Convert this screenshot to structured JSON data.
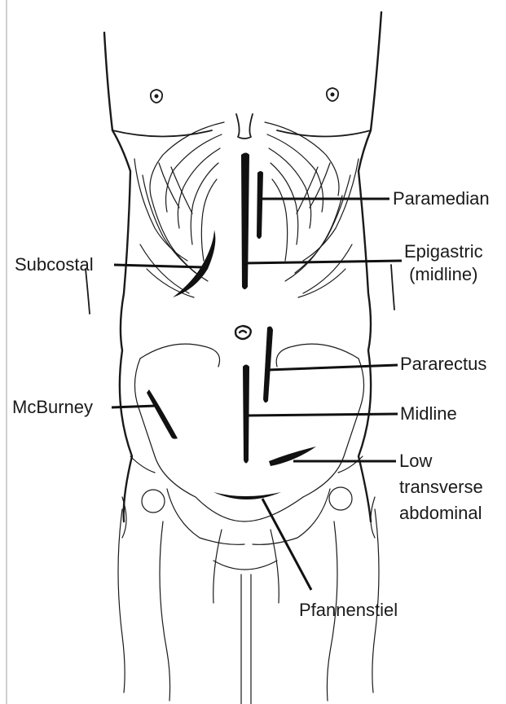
{
  "labels": {
    "paramedian": "Paramedian",
    "epigastric_line1": "Epigastric",
    "epigastric_line2": "(midline)",
    "subcostal": "Subcostal",
    "pararectus": "Pararectus",
    "mcburney": "McBurney",
    "midline": "Midline",
    "low_transverse_line1": "Low",
    "low_transverse_line2": "transverse",
    "low_transverse_line3": "abdominal",
    "pfannenstiel": "Pfannenstiel"
  }
}
